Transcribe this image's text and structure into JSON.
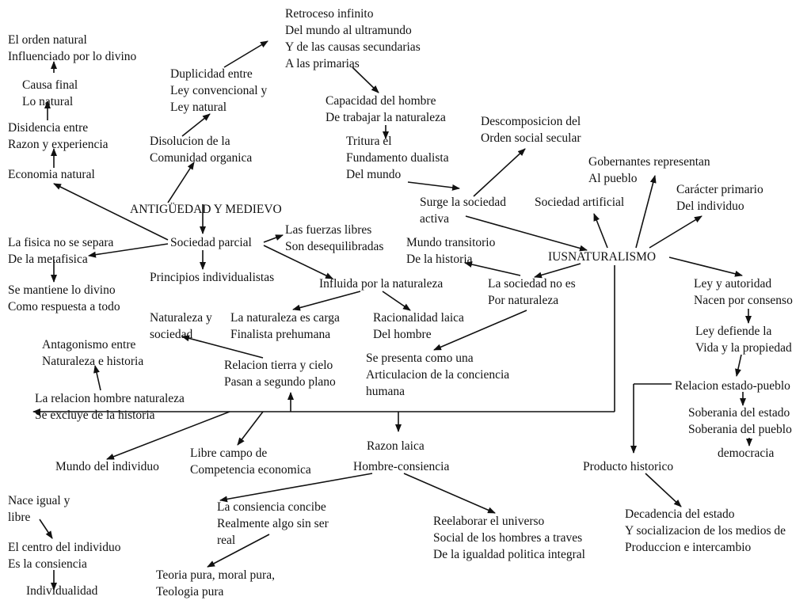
{
  "title": "IUSNATURALISMO",
  "nodes": {
    "retroceso": [
      "Retroceso infinito",
      "Del mundo al ultramundo",
      "Y de las causas secundarias",
      "A las primarias"
    ],
    "orden": [
      "El orden natural",
      "Influenciado por lo divino"
    ],
    "causa": [
      "Causa final",
      "Lo natural"
    ],
    "duplicidad": [
      "Duplicidad entre",
      "Ley convencional y",
      "Ley natural"
    ],
    "capacidad": [
      "Capacidad del hombre",
      "De trabajar la naturaleza"
    ],
    "disidencia": [
      "Disidencia entre",
      "Razon y experiencia"
    ],
    "tritura": [
      "Tritura el",
      "Fundamento dualista",
      "Del mundo"
    ],
    "disolucion": [
      "Disolucion de la",
      "Comunidad organica"
    ],
    "descomposicion": [
      "Descomposicion del",
      "Orden social secular"
    ],
    "economia": [
      "Economia natural"
    ],
    "gobernantes": [
      "Gobernantes representan",
      "Al pueblo"
    ],
    "caracter": [
      "Carácter primario",
      "Del individuo"
    ],
    "antiguedad": [
      "ANTIGÜEDAD Y MEDIEVO"
    ],
    "surge": [
      "Surge la sociedad",
      "activa"
    ],
    "artificial": [
      "Sociedad artificial"
    ],
    "fuerzas": [
      "Las fuerzas libres",
      "Son desequilibradas"
    ],
    "fisica": [
      "La fisica no se separa",
      "De la metafisica"
    ],
    "parcial": [
      "Sociedad parcial"
    ],
    "transitorio": [
      "Mundo transitorio",
      "De la historia"
    ],
    "ius": [
      "IUSNATURALISMO"
    ],
    "principios": [
      "Principios individualistas"
    ],
    "mantiene": [
      "Se mantiene lo divino",
      "Como respuesta a todo"
    ],
    "influida": [
      "Influida por la naturaleza"
    ],
    "noes": [
      "La sociedad no es",
      "Por naturaleza"
    ],
    "leyautoridad": [
      "Ley y autoridad",
      "Nacen por consenso"
    ],
    "natsoc": [
      "Naturaleza y",
      "sociedad"
    ],
    "carga": [
      "La naturaleza es carga",
      "Finalista prehumana"
    ],
    "racionalidad": [
      "Racionalidad laica",
      "Del hombre"
    ],
    "defiende": [
      "Ley defiende la",
      "Vida y la propiedad"
    ],
    "antagonismo": [
      "Antagonismo entre",
      "Naturaleza e historia"
    ],
    "presenta": [
      "Se presenta como una",
      "Articulacion de la conciencia",
      "humana"
    ],
    "tierra": [
      "Relacion tierra y cielo",
      "Pasan a segundo plano"
    ],
    "estado": [
      "Relacion estado-pueblo"
    ],
    "relhombre": [
      "La relacion hombre naturaleza",
      "Se excluye de la historia"
    ],
    "soberania": [
      "Soberania del estado",
      "Soberania del pueblo"
    ],
    "razon": [
      "Razon laica"
    ],
    "hombrecons": [
      "Hombre-consiencia"
    ],
    "libre": [
      "Libre campo de",
      "Competencia economica"
    ],
    "democracia": [
      "democracia"
    ],
    "mundoind": [
      "Mundo del individuo"
    ],
    "producto": [
      "Producto historico"
    ],
    "nace": [
      "Nace igual y",
      "libre"
    ],
    "concibe": [
      "La consiencia concibe",
      "Realmente algo sin ser",
      "real"
    ],
    "decadencia": [
      "Decadencia del estado",
      "Y socializacion de los medios de",
      "Produccion e intercambio"
    ],
    "reelaborar": [
      "Reelaborar el universo",
      "Social de los hombres a traves",
      "De la igualdad politica integral"
    ],
    "centro": [
      "El centro del individuo",
      "Es la consiencia"
    ],
    "teoria": [
      "Teoria pura, moral pura,",
      "Teologia pura"
    ],
    "individualidad": [
      "Individualidad"
    ]
  }
}
